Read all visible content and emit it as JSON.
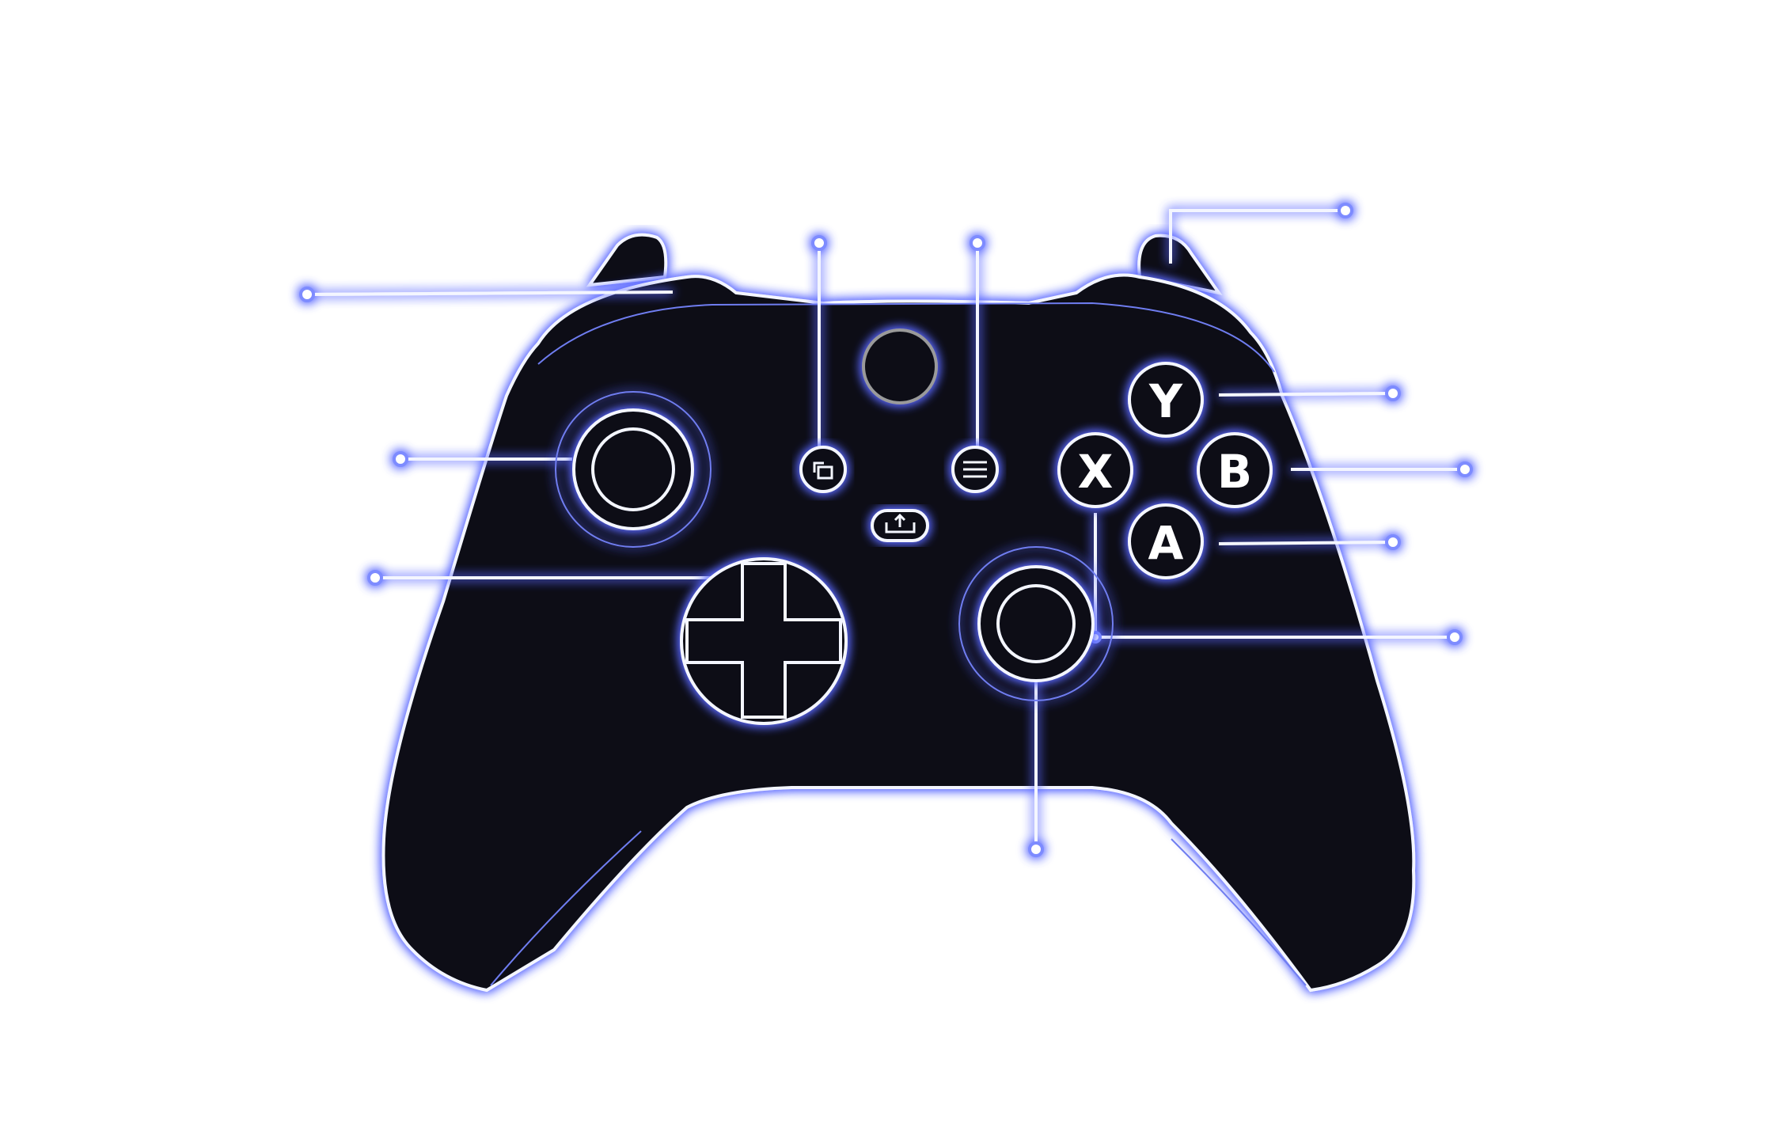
{
  "diagram": {
    "subject": "game-controller",
    "face_buttons": [
      {
        "id": "y",
        "label": "Y"
      },
      {
        "id": "b",
        "label": "B"
      },
      {
        "id": "x",
        "label": "X"
      },
      {
        "id": "a",
        "label": "A"
      }
    ],
    "colors": {
      "body": "#080c18",
      "outline": "#f4f6ff",
      "glow": "#5a68ff",
      "background": "#ffffff",
      "guide_ring": "#9a9a9a"
    }
  }
}
